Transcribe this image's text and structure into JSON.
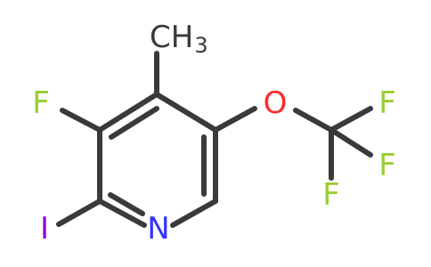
{
  "molecule": {
    "atoms": {
      "fluoro": "F",
      "iodo": "I",
      "nitrogen": "N",
      "methyl_carbon": "CH",
      "methyl_subscript": "3",
      "ether_oxygen": "O",
      "cf3_f_top": "F",
      "cf3_f_mid": "F",
      "cf3_f_bottom": "F"
    },
    "colors": {
      "bond": "#3a3a3a",
      "halogen": "#9acd32",
      "iodine": "#9400d3",
      "nitrogen": "#3333ff",
      "oxygen": "#ff2a2a",
      "carbon_label": "#3a3a3a"
    }
  }
}
